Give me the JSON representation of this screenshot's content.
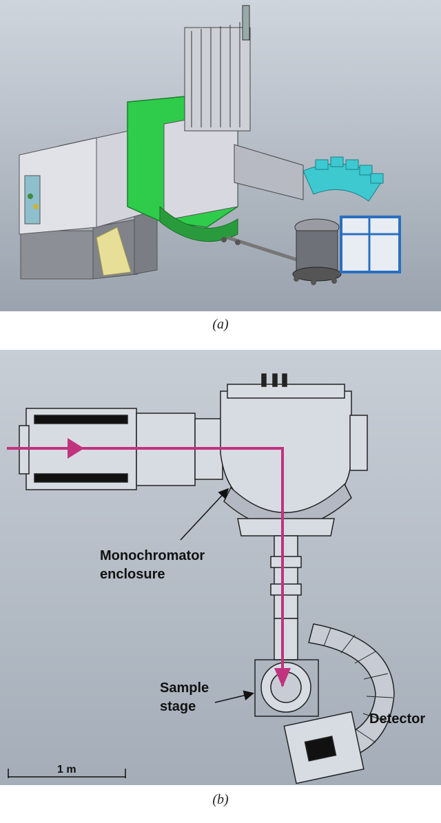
{
  "panel_a": {
    "caption": "(a)"
  },
  "panel_b": {
    "caption": "(b)",
    "labels": {
      "monochromator_line1": "Monochromator",
      "monochromator_line2": "enclosure",
      "sample_line1": "Sample",
      "sample_line2": "stage",
      "detector": "Detector"
    },
    "scale_bar": "1 m"
  },
  "colors": {
    "beam": "#c0337e",
    "green_shield": "#2ecc4a",
    "cyan_modules": "#3ec8cf",
    "blue_frame": "#2a6fc0",
    "concrete": "#8c8f96"
  }
}
